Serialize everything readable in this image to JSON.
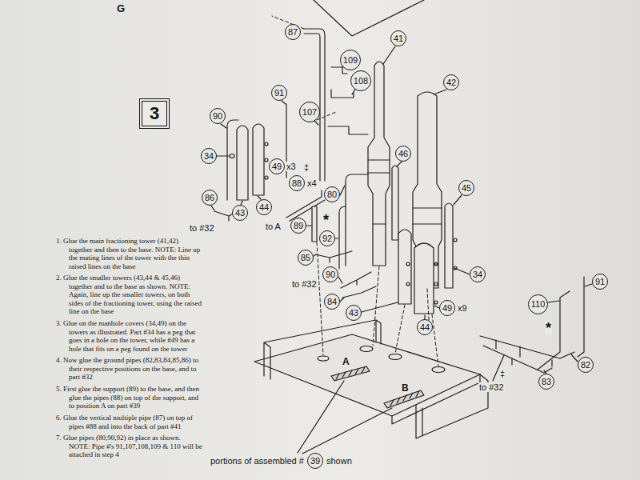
{
  "diagram": {
    "nodes": [
      {
        "text": [
          "87"
        ]
      },
      {
        "text": [
          "41"
        ]
      },
      {
        "text": [
          "109"
        ]
      },
      {
        "text": [
          "108"
        ]
      },
      {
        "text": [
          "42"
        ]
      },
      {
        "text": [
          "91"
        ]
      },
      {
        "text": [
          "3"
        ]
      },
      {
        "text": [
          "107"
        ]
      },
      {
        "text": [
          "90"
        ]
      },
      {
        "text": [
          "46"
        ]
      },
      {
        "text": [
          "34"
        ]
      },
      {
        "text": [
          "49"
        ]
      },
      {
        "text": [
          "88"
        ]
      },
      {
        "text": [
          "45"
        ]
      },
      {
        "text": [
          "80"
        ]
      },
      {
        "text": [
          "86"
        ]
      },
      {
        "text": [
          "44"
        ]
      },
      {
        "text": [
          "43"
        ]
      },
      {
        "text": [
          "89"
        ]
      },
      {
        "text": [
          "92"
        ]
      },
      {
        "text": [
          "85"
        ]
      },
      {
        "text": [
          "90"
        ]
      },
      {
        "text": [
          "34"
        ]
      },
      {
        "text": [
          "91"
        ]
      },
      {
        "text": [
          "84"
        ]
      },
      {
        "text": [
          "110"
        ]
      },
      {
        "text": [
          "49"
        ]
      },
      {
        "text": [
          "43"
        ]
      },
      {
        "text": [
          "44"
        ]
      },
      {
        "text": [
          "82"
        ]
      },
      {
        "text": [
          "83"
        ]
      },
      {
        "text": [
          "39"
        ]
      }
    ],
    "labels": [
      "G",
      "x3",
      "‡",
      "x4",
      "to #32",
      "to A",
      "*",
      "to #32",
      "x9",
      "‡",
      "*",
      "to #32",
      "A",
      "B",
      "1. Glue the main fractioning tower (41,42) together and then to the base. NOTE: Line up the mating lines of the tower with the thin raised lines on the base",
      "2. Glue the smaller towers (43,44 & 45,46) together and to the base as shown. NOTE: Again, line up the smaller towers, on both sides of the fractioning tower, using the raised line on the base",
      "3. Glue on the manhole covers (34,49) on the towers as illustrated. Part #34 has a peg that goes in a hole on the tower, while #49 has a hole that fits on a peg found on the tower",
      "4. Now glue the ground pipes (82,83,84,85,86) to their respective positions on the base, and to part #32",
      "5. First glue the support (89) to the base, and then glue the pipes (88) on top of the support, and to position A on part #39",
      "6. Glue the vertical multiple pipe (87) on top of pipes #88 and into the back of part #41",
      "7. Glue pipes (80,90,92) in place as shown. NOTE: Pipe #'s 91,107,108,109 & 110 will be attached in step 4",
      "portions of assembled #",
      "shown"
    ]
  }
}
